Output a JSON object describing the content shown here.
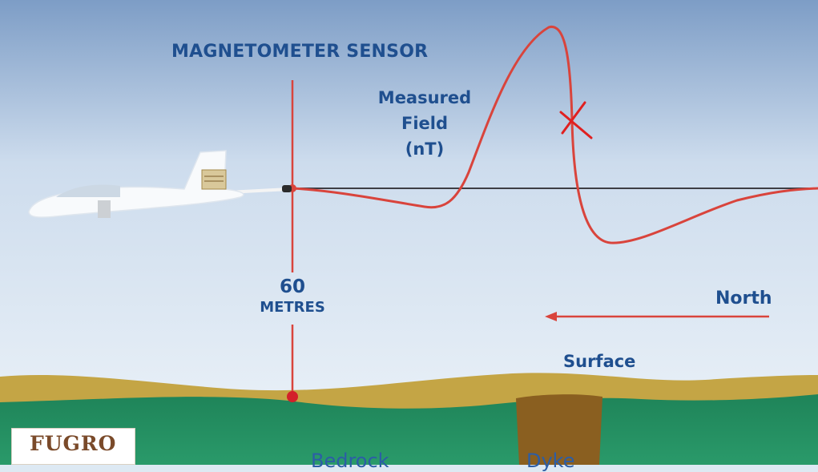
{
  "labels": {
    "sensor_title": "MAGNETOMETER SENSOR",
    "field_line1": "Measured",
    "field_line2": "Field",
    "field_line3": "(nT)",
    "height_value": "60",
    "height_unit": "METRES",
    "north": "North",
    "surface": "Surface",
    "bedrock": "Bedrock",
    "dyke": "Dyke"
  },
  "logo": {
    "text": "FUGRO"
  },
  "colors": {
    "label_blue": "#1f4f8f",
    "trace_red": "#d9443c",
    "surface_tan": "#c4a545",
    "bedrock_green": "#1f8a5c",
    "dyke_brown": "#8a5f20",
    "sky_top": "#7d9dc6",
    "sky_bottom": "#eef4f9",
    "annotation_mark": "#e02020"
  },
  "icons": {
    "aircraft": "survey-aircraft-icon",
    "cross_mark": "red-x-annotation-icon",
    "north_arrow": "left-arrow-icon"
  }
}
